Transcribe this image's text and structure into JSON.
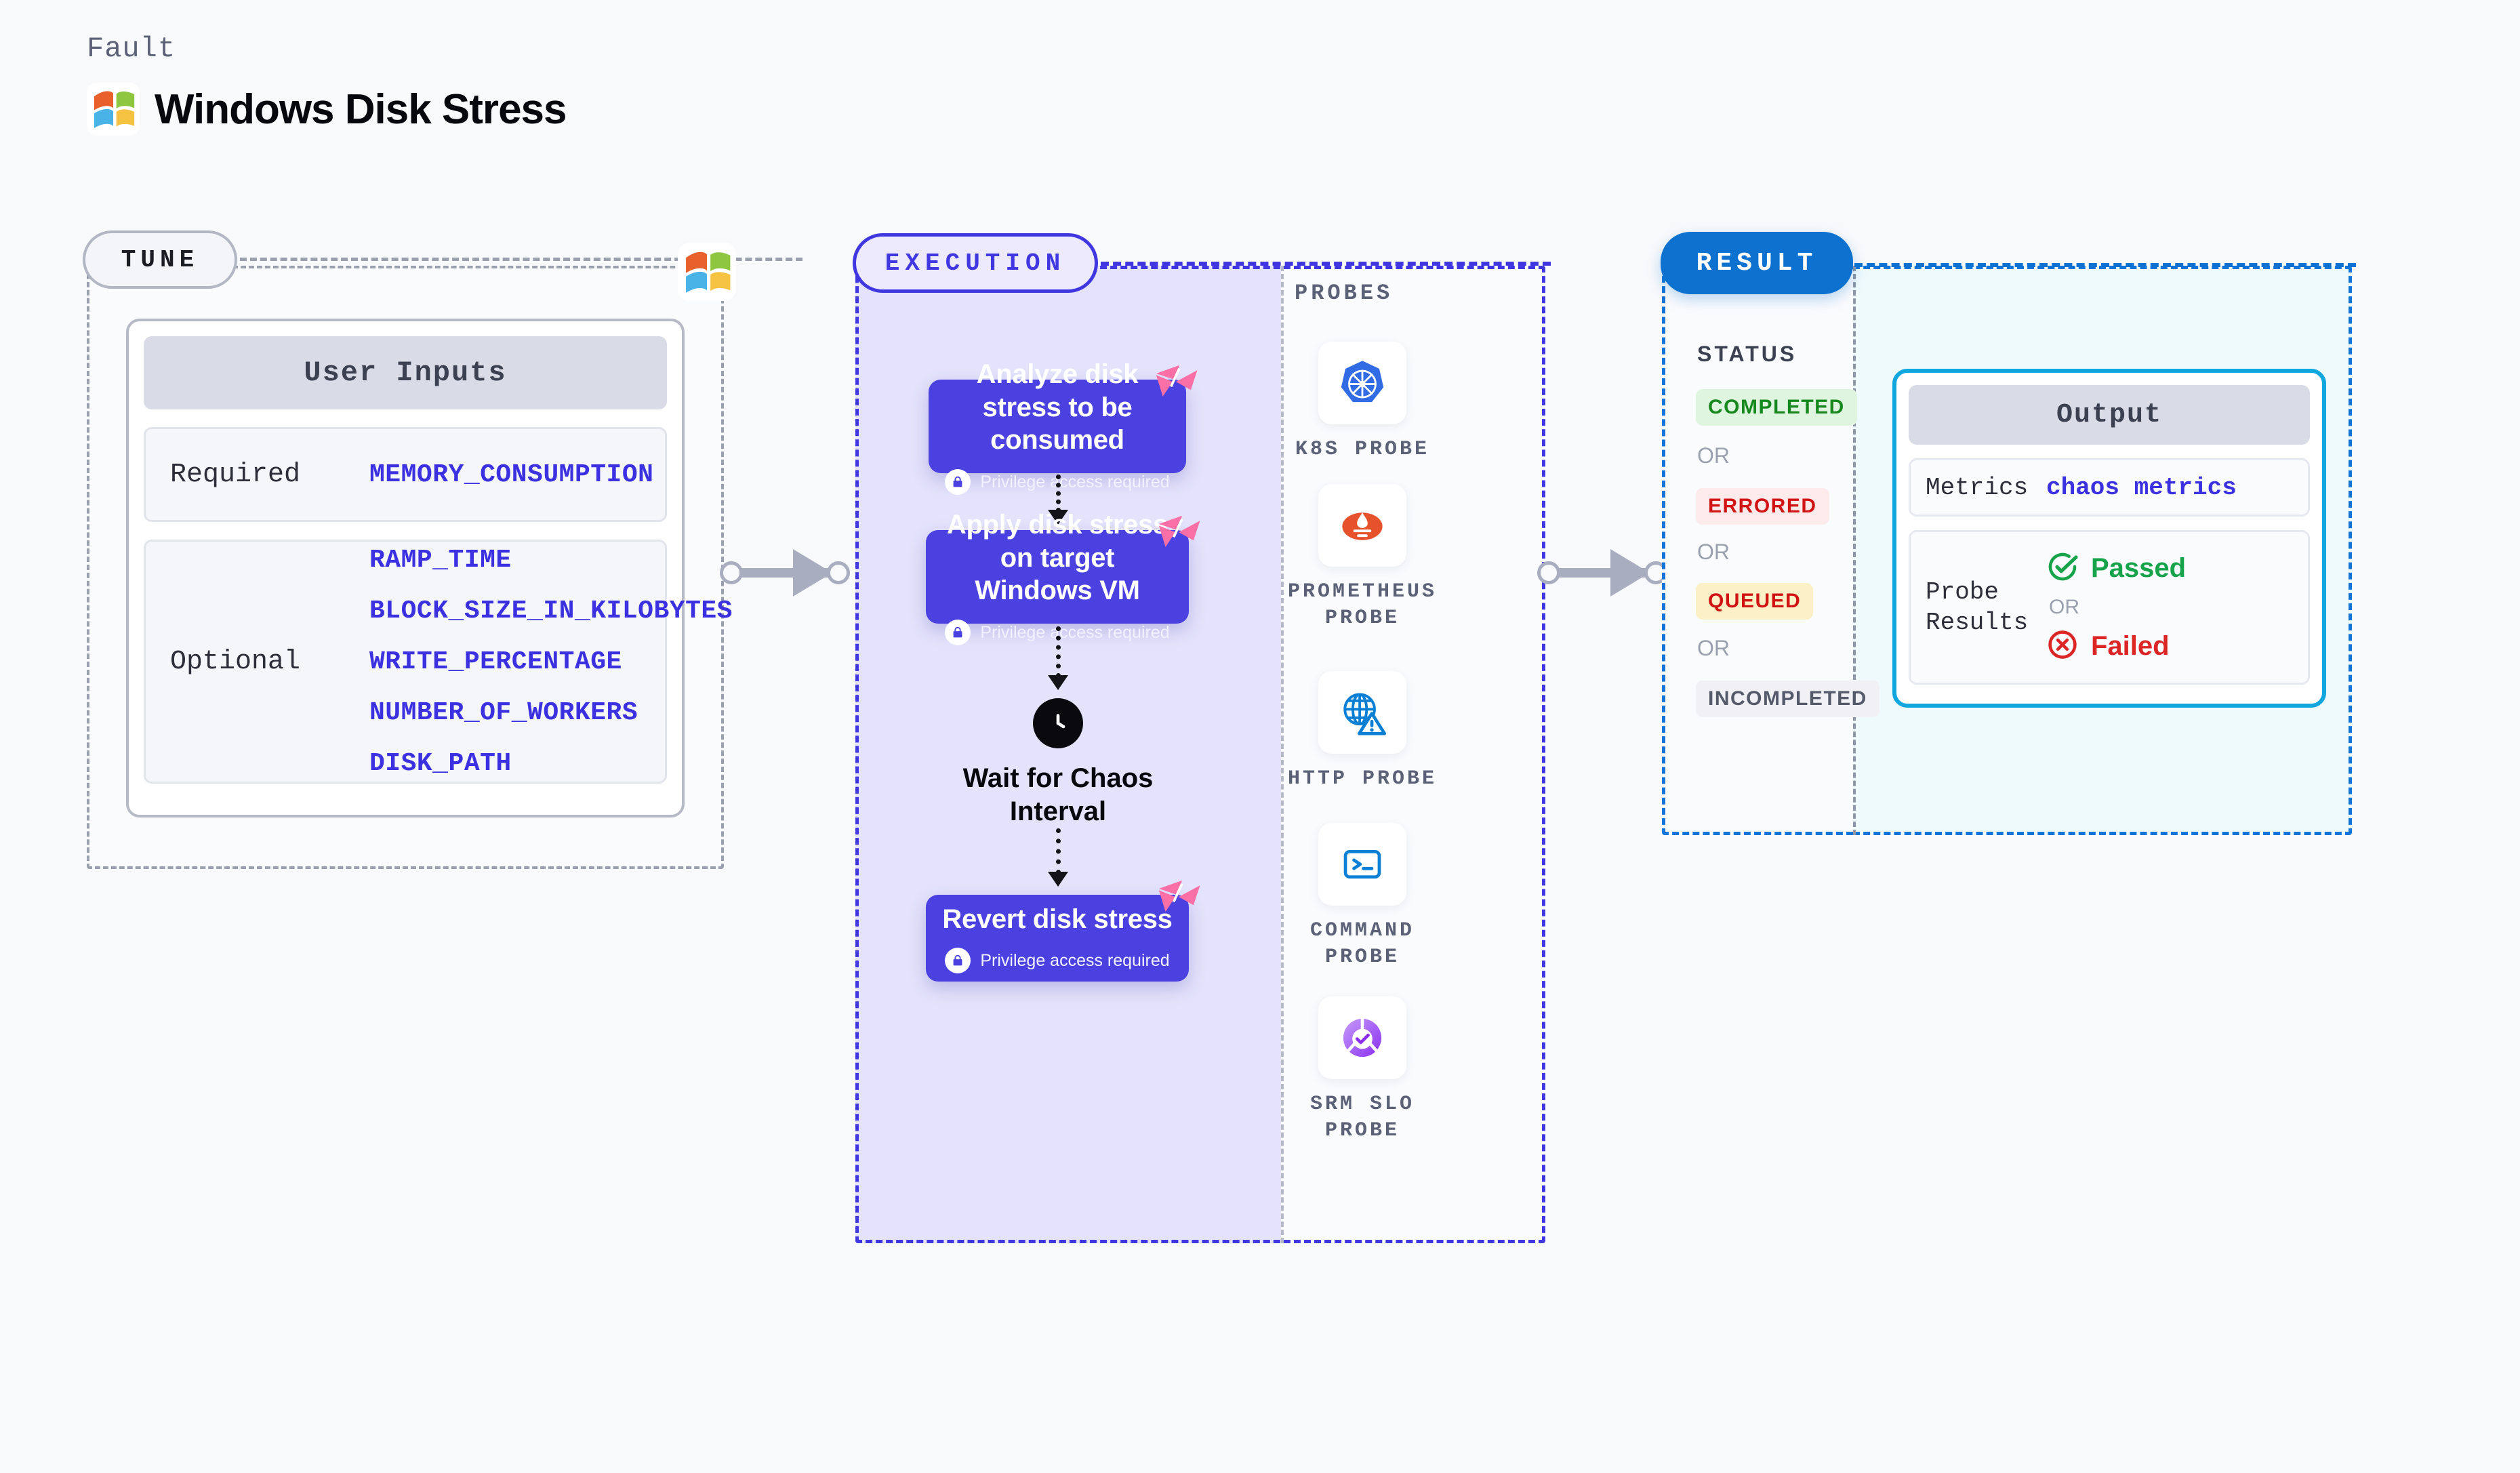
{
  "header": {
    "kicker": "Fault",
    "title": "Windows Disk Stress",
    "logo_icon": "windows-logo-icon"
  },
  "tune": {
    "pill_label": "TUNE",
    "badge_icon": "windows-logo-icon",
    "card": {
      "title": "User Inputs",
      "sections": [
        {
          "label": "Required",
          "values": [
            "MEMORY_CONSUMPTION"
          ]
        },
        {
          "label": "Optional",
          "values": [
            "RAMP_TIME",
            "BLOCK_SIZE_IN_KILOBYTES",
            "WRITE_PERCENTAGE",
            "NUMBER_OF_WORKERS",
            "DISK_PATH"
          ]
        }
      ]
    }
  },
  "execution": {
    "pill_label": "EXECUTION",
    "steps": [
      {
        "title": "Analyze disk stress to be consumed",
        "privilege": "Privilege access required",
        "badge_icon": "chaos-bolt-icon",
        "lock_icon": "lock-icon"
      },
      {
        "title": "Apply disk stress on target Windows VM",
        "privilege": "Privilege access required",
        "badge_icon": "chaos-bolt-icon",
        "lock_icon": "lock-icon"
      },
      {
        "title": "Revert disk stress",
        "privilege": "Privilege access required",
        "badge_icon": "chaos-bolt-icon",
        "lock_icon": "lock-icon"
      }
    ],
    "wait": {
      "label": "Wait for Chaos Interval",
      "icon": "clock-icon"
    },
    "probes_title": "PROBES",
    "probes": [
      {
        "label": "K8S PROBE",
        "icon": "kubernetes-icon"
      },
      {
        "label": "PROMETHEUS PROBE",
        "icon": "prometheus-icon"
      },
      {
        "label": "HTTP PROBE",
        "icon": "http-globe-warning-icon"
      },
      {
        "label": "COMMAND PROBE",
        "icon": "terminal-icon"
      },
      {
        "label": "SRM SLO PROBE",
        "icon": "srm-slo-icon"
      }
    ]
  },
  "result": {
    "pill_label": "RESULT",
    "status_title": "STATUS",
    "or_label": "OR",
    "statuses": [
      {
        "label": "COMPLETED",
        "bg": "#dff5df",
        "fg": "#17881e"
      },
      {
        "label": "ERRORED",
        "bg": "#fdeaea",
        "fg": "#d01414"
      },
      {
        "label": "QUEUED",
        "bg": "#fcf0c6",
        "fg": "#cf1313"
      },
      {
        "label": "INCOMPLETED",
        "bg": "#f0f0f5",
        "fg": "#555a6b"
      }
    ],
    "output": {
      "title": "Output",
      "metrics_label": "Metrics",
      "metrics_value": "chaos metrics",
      "probe_results_label": "Probe Results",
      "passed_label": "Passed",
      "passed_icon": "check-circle-icon",
      "failed_label": "Failed",
      "failed_icon": "x-circle-icon",
      "or_label": "OR"
    }
  },
  "connectors": [
    {
      "name": "tune-to-execution-arrow"
    },
    {
      "name": "execution-to-result-arrow"
    }
  ],
  "colors": {
    "execution_purple": "#4a41e0",
    "result_blue": "#0d72cf",
    "output_cyan": "#0fa7dd",
    "accent_violet": "#3b31e0",
    "chaos_pink": "#fa6fa6"
  }
}
